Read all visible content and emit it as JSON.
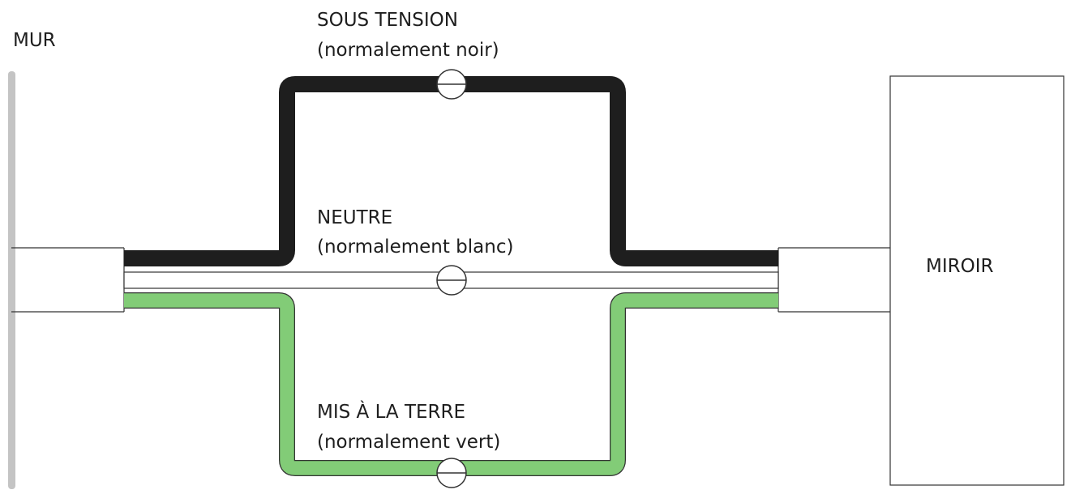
{
  "labels": {
    "wall": "MUR",
    "mirror": "MIROIR",
    "live": {
      "title": "SOUS TENSION",
      "subtitle": "(normalement noir)"
    },
    "neutral": {
      "title": "NEUTRE",
      "subtitle": "(normalement blanc)"
    },
    "ground": {
      "title": "MIS À LA TERRE",
      "subtitle": "(normalement vert)"
    }
  },
  "colors": {
    "wall": "#c4c4c4",
    "live_wire": "#1e1e1e",
    "neutral_wire": "#ffffff",
    "ground_wire": "#82cc77",
    "outline": "#333333",
    "text": "#1e1e1e"
  },
  "icons": {
    "connector": "wire-nut-icon"
  }
}
